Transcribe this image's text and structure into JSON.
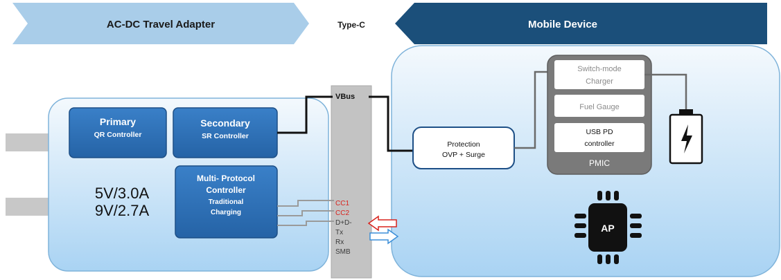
{
  "header": {
    "adapter_label": "AC-DC Travel Adapter",
    "connector_label": "Type-C",
    "device_label": "Mobile Device"
  },
  "adapter": {
    "primary_title": "Primary",
    "primary_sub": "QR Controller",
    "secondary_title": "Secondary",
    "secondary_sub": "SR Controller",
    "multi_title_1": "Multi- Protocol",
    "multi_title_2": "Controller",
    "multi_sub_1": "Traditional",
    "multi_sub_2": "Charging",
    "rating_1": "5V/3.0A",
    "rating_2": "9V/2.7A"
  },
  "cable": {
    "vbus": "VBus",
    "cc1": "CC1",
    "cc2": "CC2",
    "dpdm": "D+D-",
    "tx": "Tx",
    "rx": "Rx",
    "smb": "SMB"
  },
  "device": {
    "protection_1": "Protection",
    "protection_2": "OVP + Surge",
    "charger_1": "Switch-mode",
    "charger_2": "Charger",
    "fuel_gauge": "Fuel Gauge",
    "usbpd_1": "USB PD",
    "usbpd_2": "controller",
    "pmic": "PMIC",
    "ap": "AP"
  },
  "colors": {
    "adapter_banner": "#a9cde9",
    "device_banner": "#1b4f7a",
    "panel_fill_top": "#f4f9fd",
    "panel_fill_bottom": "#a9d3f3",
    "panel_stroke": "#7fb3da",
    "block_fill": "#2f6fb6",
    "block_stroke": "#1d4f86",
    "cable_bar": "#c3c3c3",
    "pmic_fill": "#7a7a7a",
    "signal_red": "#d9231d",
    "arrow_blue": "#3b8ed8"
  },
  "icons": [
    "plug-prong-icon",
    "battery-charging-icon",
    "ap-chip-icon",
    "left-arrow-icon",
    "right-arrow-icon"
  ]
}
